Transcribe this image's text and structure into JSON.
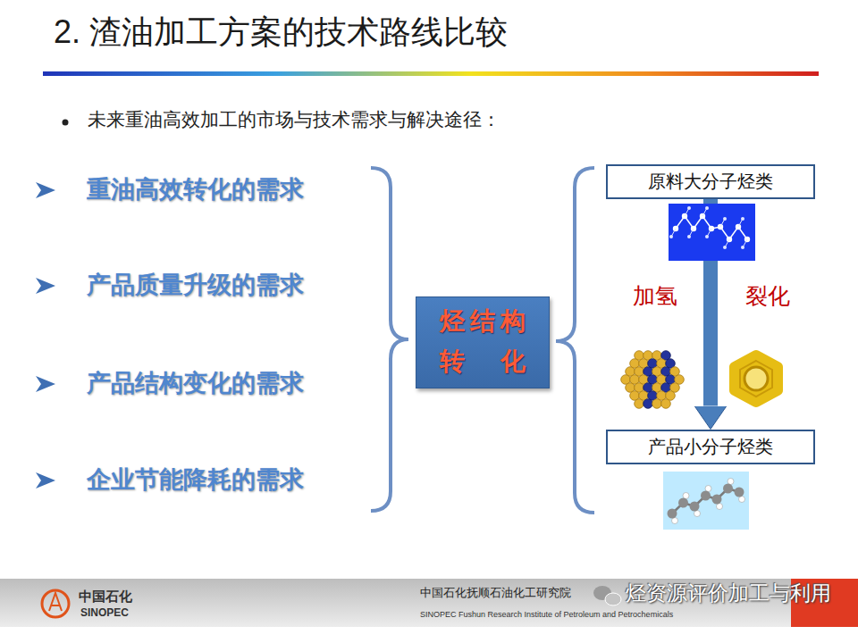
{
  "diagram": {
    "title": "2. 渣油加工方案的技术路线比较",
    "nodes": [
      {
        "text": [
          "烃结构 转化"
        ]
      },
      {
        "text": [
          "原料大分子烃类"
        ]
      },
      {
        "text": [
          "产品小分子烃类"
        ]
      }
    ],
    "edges": [
      {
        "from": 1,
        "to": 2,
        "arrow": "to"
      }
    ],
    "labels": [
      "未来重油高效加工的市场与技术需求与解决途径：",
      "重油高效转化的需求",
      "产品质量升级的需求",
      "产品结构变化的需求",
      "企业节能降耗的需求",
      "加氢",
      "裂化",
      "中国石化",
      "SINOPEC",
      "中国石化抚顺石油化工研究院",
      "SINOPEC Fushun Research Institute of Petroleum and Petrochemicals",
      "烃资源评价加工与利用"
    ]
  }
}
